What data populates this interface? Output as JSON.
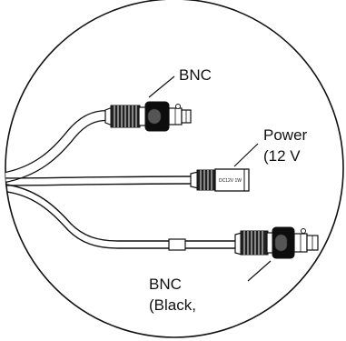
{
  "labels": {
    "bnc_top": "BNC",
    "power_line1": "Power",
    "power_line2": "(12 V",
    "bnc_bottom_line1": "BNC",
    "bnc_bottom_line2": "(Black,",
    "dc_jack_marking": "DC12V 1W"
  },
  "colors": {
    "line": "#111111",
    "background": "#ffffff"
  }
}
